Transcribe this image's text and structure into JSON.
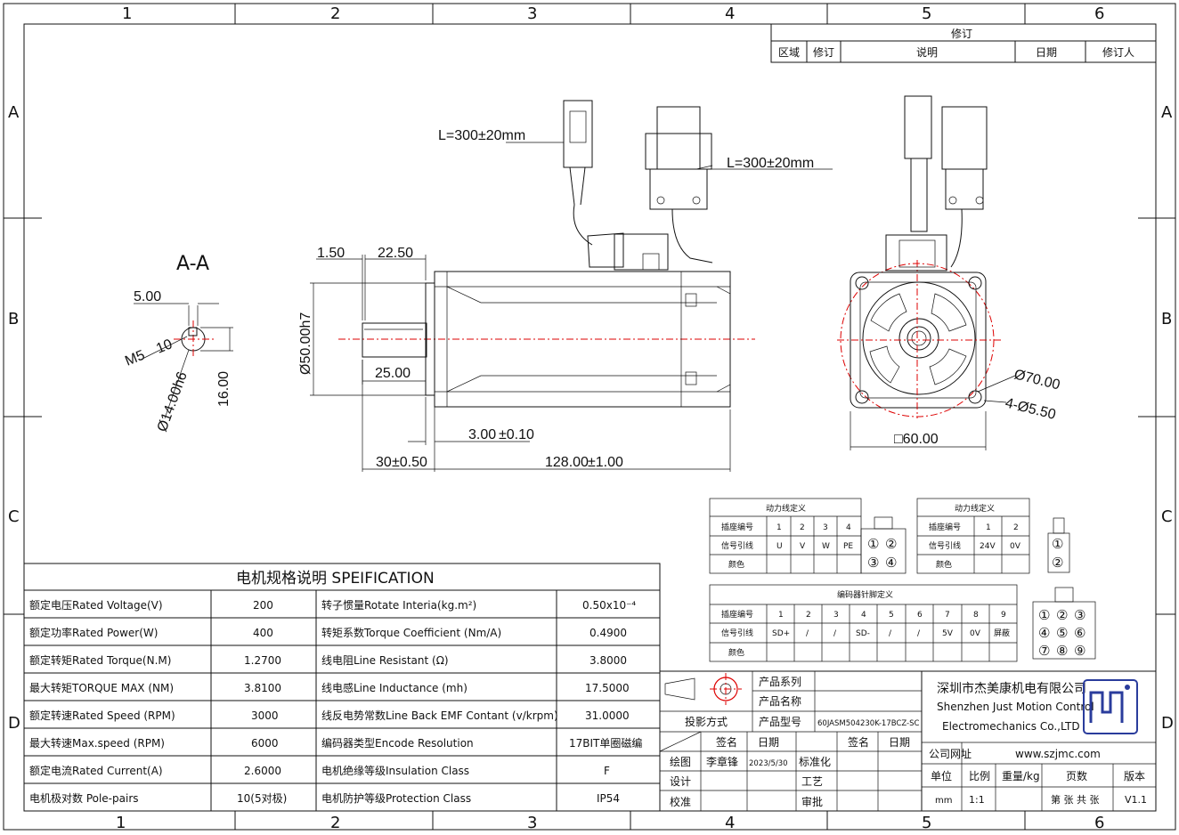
{
  "frame": {
    "columns": [
      "1",
      "2",
      "3",
      "4",
      "5",
      "6"
    ],
    "rows": [
      "A",
      "B",
      "C",
      "D"
    ]
  },
  "revision_table": {
    "title": "修订",
    "headers": [
      "区域",
      "修订",
      "说明",
      "日期",
      "修订人"
    ]
  },
  "drawing": {
    "section_label": "A-A",
    "cable_length_left": "L=300±20mm",
    "cable_length_right": "L=300±20mm",
    "dims": {
      "d_1_50": "1.50",
      "d_22_50": "22.50",
      "d_5_00": "5.00",
      "d_m5": "M5",
      "d_depth": "10",
      "d_14h6": "Ø14.00h6",
      "d_16": "16.00",
      "d_50h7": "Ø50.00h7",
      "d_25": "25.00",
      "d_3": "3.00",
      "d_3_tol": "±0.10",
      "d_30": "30",
      "d_30_tol": "±0.50",
      "d_128": "128.00",
      "d_128_tol": "±1.00",
      "d_70": "Ø70.00",
      "d_holes": "4-Ø5.50",
      "d_60": "□60.00"
    }
  },
  "spec_table": {
    "title": "电机规格说明 SPEIFICATION",
    "rows": [
      {
        "l": "额定电压Rated Voltage(V)",
        "lv": "200",
        "r": "转子惯量Rotate Interia(kg.m²)",
        "rv": "0.50x10⁻⁴"
      },
      {
        "l": "额定功率Rated Power(W)",
        "lv": "400",
        "r": "转矩系数Torque Coefficient (Nm/A)",
        "rv": "0.4900"
      },
      {
        "l": "额定转矩Rated Torque(N.M)",
        "lv": "1.2700",
        "r": "线电阻Line Resistant (Ω)",
        "rv": "3.8000"
      },
      {
        "l": "最大转矩TORQUE MAX (NM)",
        "lv": "3.8100",
        "r": "线电感Line Inductance (mh)",
        "rv": "17.5000"
      },
      {
        "l": "额定转速Rated Speed (RPM)",
        "lv": "3000",
        "r": "线反电势常数Line Back EMF Contant (v/krpm)",
        "rv": "31.0000"
      },
      {
        "l": "最大转速Max.speed (RPM)",
        "lv": "6000",
        "r": "编码器类型Encode Resolution",
        "rv": "17BIT单圈磁编"
      },
      {
        "l": "额定电流Rated Current(A)",
        "lv": "2.6000",
        "r": "电机绝缘等级Insulation Class",
        "rv": "F"
      },
      {
        "l": "电机极对数 Pole-pairs",
        "lv": "10(5对极)",
        "r": "电机防护等级Protection Class",
        "rv": "IP54"
      }
    ]
  },
  "power_table": {
    "title": "动力线定义",
    "row_pin": "插座编号",
    "row_sig": "信号引线",
    "row_color": "颜色",
    "pins": [
      "1",
      "2",
      "3",
      "4"
    ],
    "signals": [
      "U",
      "V",
      "W",
      "PE"
    ]
  },
  "brake_table": {
    "title": "动力线定义",
    "row_pin": "插座编号",
    "row_sig": "信号引线",
    "row_color": "颜色",
    "pins": [
      "1",
      "2"
    ],
    "signals": [
      "24V",
      "0V"
    ]
  },
  "encoder_table": {
    "title": "编码器针脚定义",
    "row_pin": "插座编号",
    "row_sig": "信号引线",
    "row_color": "颜色",
    "pins": [
      "1",
      "2",
      "3",
      "4",
      "5",
      "6",
      "7",
      "8",
      "9"
    ],
    "signals": [
      "SD+",
      "/",
      "/",
      "SD-",
      "/",
      "/",
      "5V",
      "0V",
      "屏蔽"
    ]
  },
  "connector_pins": {
    "power": [
      "①",
      "②",
      "③",
      "④"
    ],
    "brake": [
      "①",
      "②"
    ],
    "encoder": [
      "①",
      "②",
      "③",
      "④",
      "⑤",
      "⑥",
      "⑦",
      "⑧",
      "⑨"
    ]
  },
  "title_block": {
    "product_series": "产品系列",
    "product_name": "产品名称",
    "projection": "投影方式",
    "product_model": "产品型号",
    "model_value": "60JASM504230K-17BCZ-SC",
    "sign": "签名",
    "date": "日期",
    "sign2": "签名",
    "date2": "日期",
    "drawn": "绘图",
    "drawer": "李章锋",
    "drawn_date": "2023/5/30",
    "standard": "标准化",
    "design": "设计",
    "process": "工艺",
    "check": "校准",
    "approve": "审批",
    "company_cn": "深圳市杰美康机电有限公司",
    "company_en1": "Shenzhen Just Motion Control",
    "company_en2": "Electromechanics Co.,LTD",
    "website_label": "公司网址",
    "website": "www.szjmc.com",
    "unit": "单位",
    "scale": "比例",
    "weight": "重量/kg",
    "pages": "页数",
    "version_label": "版本",
    "unit_val": "mm",
    "scale_val": "1:1",
    "pages_val": "第 张 共 张",
    "version": "V1.1"
  }
}
